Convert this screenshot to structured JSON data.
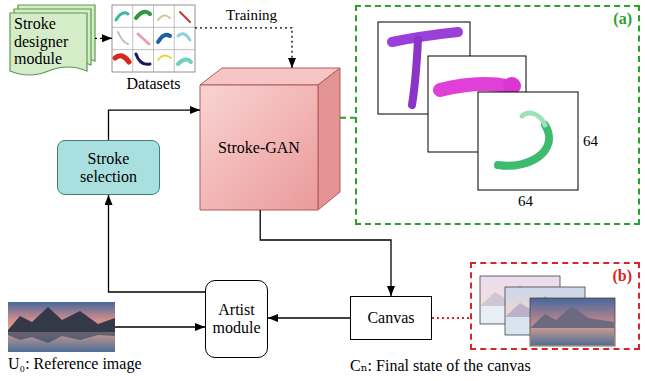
{
  "diagram": {
    "nodes": [
      {
        "text": [
          "Stroke designer module"
        ]
      },
      {
        "text": [
          "Datasets"
        ]
      },
      {
        "text": [
          "Stroke-GAN"
        ]
      },
      {
        "text": [
          "(a)"
        ]
      },
      {
        "text": [
          "Stroke selection"
        ]
      },
      {
        "text": [
          "Canvas"
        ]
      },
      {
        "text": [
          "Artist module"
        ]
      },
      {
        "text": [
          "(b)"
        ]
      },
      {
        "text": [
          "U₀: Reference image"
        ]
      }
    ],
    "edges": [
      {
        "from": 0,
        "to": 1,
        "arrow": "to"
      },
      {
        "from": 1,
        "to": 2,
        "label": "Training",
        "arrow": "to"
      },
      {
        "from": 2,
        "to": 3,
        "arrow": "none"
      },
      {
        "from": 2,
        "to": 5,
        "arrow": "to"
      },
      {
        "from": 5,
        "to": 6,
        "arrow": "to"
      },
      {
        "from": 8,
        "to": 6,
        "arrow": "to"
      },
      {
        "from": 6,
        "to": 4,
        "arrow": "to"
      },
      {
        "from": 4,
        "to": 2,
        "arrow": "to"
      },
      {
        "from": 5,
        "to": 7,
        "arrow": "none"
      }
    ],
    "labels": [
      "64",
      "64",
      "Cₙ: Final state of the canvas"
    ]
  }
}
